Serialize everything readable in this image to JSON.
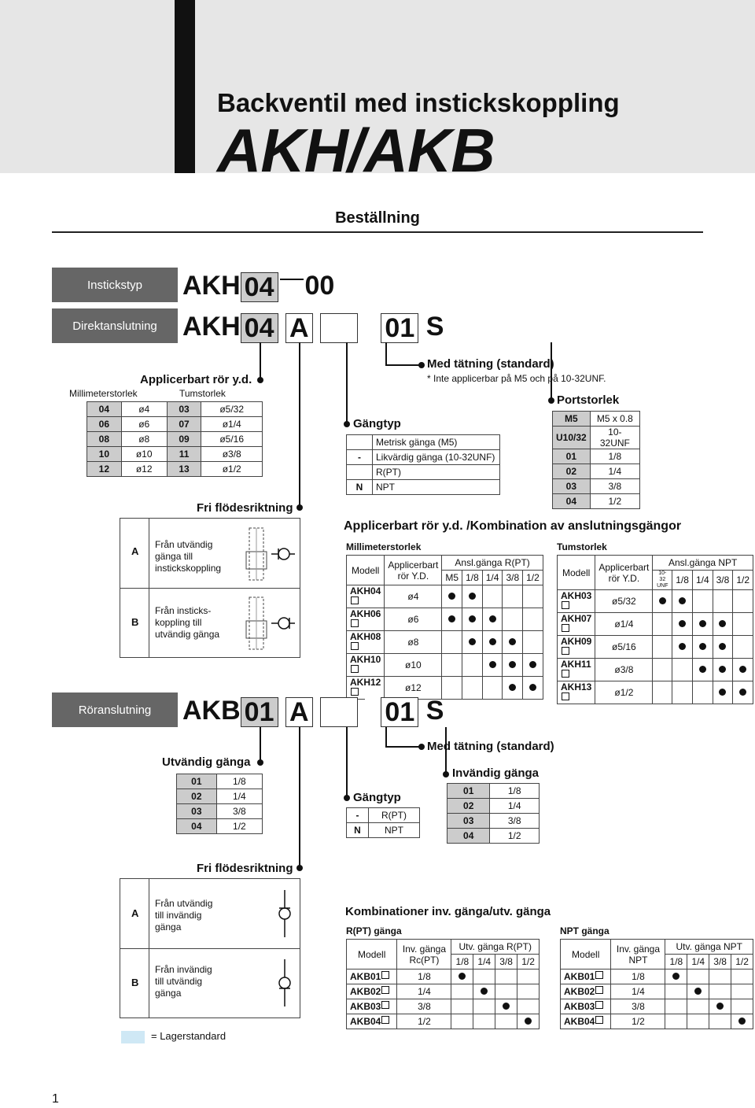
{
  "header": {
    "title": "Backventil med instickskoppling",
    "series": "AKH/AKB"
  },
  "section_title": "Beställning",
  "akh": {
    "label_instick": "Instickstyp",
    "code1": {
      "p1": "AKH",
      "p2": "04",
      "p3": "00"
    },
    "label_direkt": "Direktanslutning",
    "code2": {
      "p1": "AKH",
      "p2": "04",
      "p3": "A",
      "p4": "01",
      "p5": "S"
    },
    "tube": {
      "title": "Applicerbart rör y.d.",
      "mm_header": "Millimeterstorlek",
      "in_header": "Tumstorlek",
      "rows": [
        {
          "mc": "04",
          "mv": "ø4",
          "ic": "03",
          "iv": "ø5/32"
        },
        {
          "mc": "06",
          "mv": "ø6",
          "ic": "07",
          "iv": "ø1/4"
        },
        {
          "mc": "08",
          "mv": "ø8",
          "ic": "09",
          "iv": "ø5/16"
        },
        {
          "mc": "10",
          "mv": "ø10",
          "ic": "11",
          "iv": "ø3/8"
        },
        {
          "mc": "12",
          "mv": "ø12",
          "ic": "13",
          "iv": "ø1/2"
        }
      ]
    },
    "seal": {
      "title": "Med tätning (standard)",
      "note": "Inte applicerbar på M5 och på 10-32UNF.",
      "mark": "*"
    },
    "thread": {
      "title": "Gängtyp",
      "rows": [
        {
          "c": "",
          "v": "Metrisk gänga (M5)"
        },
        {
          "c": "-",
          "v": "Likvärdig gänga (10-32UNF)"
        },
        {
          "c": "",
          "v": "R(PT)"
        },
        {
          "c": "N",
          "v": "NPT"
        }
      ]
    },
    "port": {
      "title": "Portstorlek",
      "rows": [
        {
          "c": "M5",
          "v": "M5 x 0.8"
        },
        {
          "c": "U10/32",
          "v": "10-32UNF"
        },
        {
          "c": "01",
          "v": "1/8"
        },
        {
          "c": "02",
          "v": "1/4"
        },
        {
          "c": "03",
          "v": "3/8"
        },
        {
          "c": "04",
          "v": "1/2"
        }
      ]
    },
    "flow": {
      "title": "Fri flödesriktning",
      "rows": [
        {
          "c": "A",
          "v": "Från utvändig gänga till instickskoppling"
        },
        {
          "c": "B",
          "v": "Från insticks-koppling till utvändig gänga"
        }
      ]
    },
    "combo": {
      "title": "Applicerbart rör y.d. /Kombination av anslutningsgängor",
      "mm": {
        "subtitle": "Millimeterstorlek",
        "h_model": "Modell",
        "h_tube": "Applicerbart rör Y.D.",
        "h_port": "Ansl.gänga R(PT)",
        "sizes": [
          "M5",
          "1/8",
          "1/4",
          "3/8",
          "1/2"
        ],
        "rows": [
          {
            "m": "AKH04",
            "t": "ø4",
            "d": [
              1,
              1,
              0,
              0,
              0
            ]
          },
          {
            "m": "AKH06",
            "t": "ø6",
            "d": [
              1,
              1,
              1,
              0,
              0
            ]
          },
          {
            "m": "AKH08",
            "t": "ø8",
            "d": [
              0,
              1,
              1,
              1,
              0
            ]
          },
          {
            "m": "AKH10",
            "t": "ø10",
            "d": [
              0,
              0,
              1,
              1,
              1
            ]
          },
          {
            "m": "AKH12",
            "t": "ø12",
            "d": [
              0,
              0,
              0,
              1,
              1
            ]
          }
        ]
      },
      "in": {
        "subtitle": "Tumstorlek",
        "h_model": "Modell",
        "h_tube": "Applicerbart rör Y.D.",
        "h_port": "Ansl.gänga NPT",
        "sizes": [
          "10-32 UNF",
          "1/8",
          "1/4",
          "3/8",
          "1/2"
        ],
        "rows": [
          {
            "m": "AKH03",
            "t": "ø5/32",
            "d": [
              1,
              1,
              0,
              0,
              0
            ]
          },
          {
            "m": "AKH07",
            "t": "ø1/4",
            "d": [
              0,
              1,
              1,
              1,
              0
            ]
          },
          {
            "m": "AKH09",
            "t": "ø5/16",
            "d": [
              0,
              1,
              1,
              1,
              0
            ]
          },
          {
            "m": "AKH11",
            "t": "ø3/8",
            "d": [
              0,
              0,
              1,
              1,
              1
            ]
          },
          {
            "m": "AKH13",
            "t": "ø1/2",
            "d": [
              0,
              0,
              0,
              1,
              1
            ]
          }
        ]
      }
    }
  },
  "akb": {
    "label": "Röranslutning",
    "code": {
      "p1": "AKB",
      "p2": "01",
      "p3": "A",
      "p4": "01",
      "p5": "S"
    },
    "male": {
      "title": "Utvändig gänga",
      "rows": [
        {
          "c": "01",
          "v": "1/8"
        },
        {
          "c": "02",
          "v": "1/4"
        },
        {
          "c": "03",
          "v": "3/8"
        },
        {
          "c": "04",
          "v": "1/2"
        }
      ]
    },
    "seal": "Med tätning (standard)",
    "female": {
      "title": "Invändig gänga",
      "rows": [
        {
          "c": "01",
          "v": "1/8"
        },
        {
          "c": "02",
          "v": "1/4"
        },
        {
          "c": "03",
          "v": "3/8"
        },
        {
          "c": "04",
          "v": "1/2"
        }
      ]
    },
    "thread": {
      "title": "Gängtyp",
      "rows": [
        {
          "c": "-",
          "v": "R(PT)"
        },
        {
          "c": "N",
          "v": "NPT"
        }
      ]
    },
    "flow": {
      "title": "Fri flödesriktning",
      "rows": [
        {
          "c": "A",
          "v": "Från utvändig till invändig gänga"
        },
        {
          "c": "B",
          "v": "Från invändig till utvändig gänga"
        }
      ]
    },
    "combo": {
      "title": "Kombinationer inv. gänga/utv. gänga",
      "r": {
        "subtitle": "R(PT) gänga",
        "h_model": "Modell",
        "h_inv": "Inv. gänga Rc(PT)",
        "h_utv": "Utv. gänga R(PT)",
        "sizes": [
          "1/8",
          "1/4",
          "3/8",
          "1/2"
        ],
        "rows": [
          {
            "m": "AKB01",
            "t": "1/8",
            "d": [
              1,
              0,
              0,
              0
            ]
          },
          {
            "m": "AKB02",
            "t": "1/4",
            "d": [
              0,
              1,
              0,
              0
            ]
          },
          {
            "m": "AKB03",
            "t": "3/8",
            "d": [
              0,
              0,
              1,
              0
            ]
          },
          {
            "m": "AKB04",
            "t": "1/2",
            "d": [
              0,
              0,
              0,
              1
            ]
          }
        ]
      },
      "npt": {
        "subtitle": "NPT gänga",
        "h_model": "Modell",
        "h_inv": "Inv. gänga NPT",
        "h_utv": "Utv. gänga NPT",
        "sizes": [
          "1/8",
          "1/4",
          "3/8",
          "1/2"
        ],
        "rows": [
          {
            "m": "AKB01",
            "t": "1/8",
            "d": [
              1,
              0,
              0,
              0
            ]
          },
          {
            "m": "AKB02",
            "t": "1/4",
            "d": [
              0,
              1,
              0,
              0
            ]
          },
          {
            "m": "AKB03",
            "t": "3/8",
            "d": [
              0,
              0,
              1,
              0
            ]
          },
          {
            "m": "AKB04",
            "t": "1/2",
            "d": [
              0,
              0,
              0,
              1
            ]
          }
        ]
      }
    }
  },
  "legend": "= Lagerstandard",
  "page_number": "1"
}
